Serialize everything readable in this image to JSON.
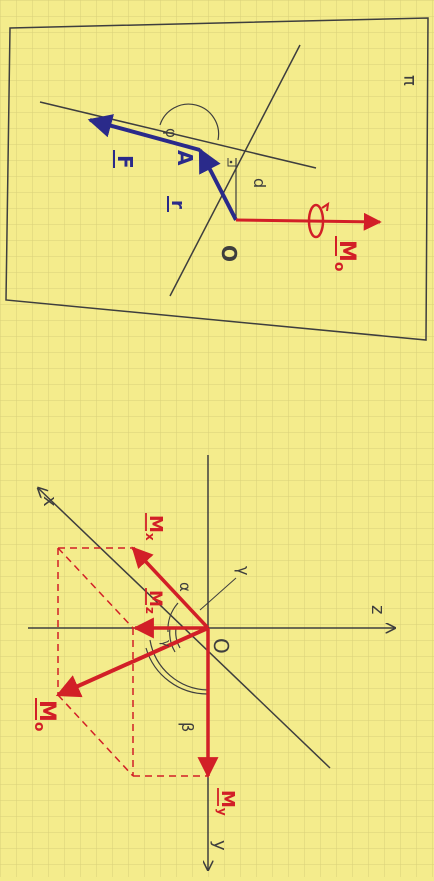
{
  "colors": {
    "paper": "#f4ec8c",
    "grid": "#d7cf78",
    "pencil": "#3e3e3e",
    "red": "#d21f27",
    "blue": "#2a2a8a"
  },
  "figure_top": {
    "plane_label": "π",
    "origin_label": "O",
    "point_label": "A",
    "force_label": "F",
    "radius_vector_label": "r",
    "moment_label": "M",
    "moment_subscript": "o",
    "distance_label": "d",
    "angle_label": "φ"
  },
  "figure_bottom": {
    "origin_label": "O",
    "axis_x_label": "x",
    "axis_y_label": "y",
    "axis_z_label": "z",
    "moment_label": "M",
    "moment_subscript": "o",
    "component_x_label": "M",
    "component_x_subscript": "x",
    "component_y_label": "M",
    "component_y_subscript": "y",
    "component_z_label": "M",
    "component_z_subscript": "z",
    "angle_alpha_label": "α",
    "angle_beta_label": "β",
    "angle_gamma_label": "γ",
    "angle_gamma_pointer_label": "γ"
  }
}
